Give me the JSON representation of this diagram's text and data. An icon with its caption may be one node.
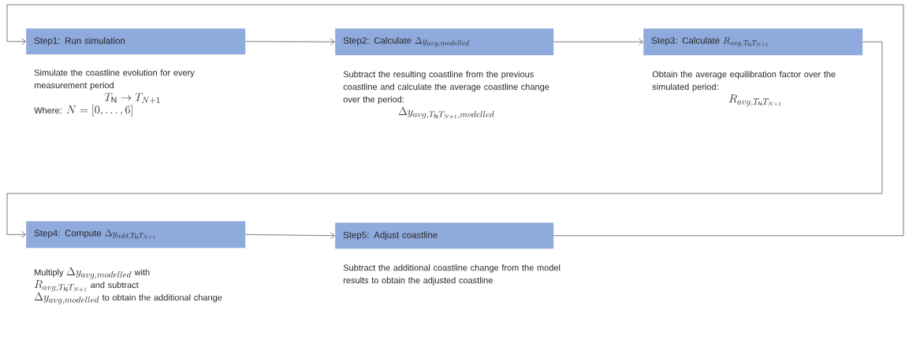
{
  "diagram": {
    "nodes": [
      {
        "text": [
          "Step1: Run simulation"
        ],
        "beside": [
          "Simulate the coastline evolution for every measurement period",
          "T_{\\mathrm{N}} \\rightarrow T_{N+1}",
          "Where:",
          "N = [0, \\ldots, 6]"
        ]
      },
      {
        "text": [
          "Step2: Calculate",
          "\\Delta y_{avg,modelled}"
        ],
        "beside": [
          "Subtract the resulting coastline from the previous coastline and calculate the average coastline change over the period:",
          "\\Delta y_{avg,T_{\\mathrm{N}}T_{N+1},modelled}"
        ]
      },
      {
        "text": [
          "Step3: Calculate",
          "R_{avg,T_{\\mathrm{N}}T_{N+1}}"
        ],
        "beside": [
          "Obtain the average equilibration factor over the simulated period:",
          "R_{avg,T_{\\mathrm{N}}T_{N+1}}"
        ]
      },
      {
        "text": [
          "Step4: Compute",
          "\\Delta y_{add,T_{\\mathrm{N}}T_{N+1}}"
        ],
        "beside": [
          "Multiply",
          "\\Delta y_{avg,modelled}",
          "with",
          "R_{avg,T_{\\mathrm{N}}T_{N+1}}",
          "and subtract",
          "\\Delta y_{avg,modelled}",
          "to obtain the additional change"
        ]
      },
      {
        "text": [
          "Step5: Adjust coastline"
        ],
        "beside": [
          "Subtract the additional coastline change from the model results to obtain the adjusted coastline"
        ]
      }
    ],
    "edges": [
      {
        "from": 0,
        "to": 1,
        "arrow": "to"
      },
      {
        "from": 1,
        "to": 2,
        "arrow": "to"
      },
      {
        "from": 2,
        "to": 3,
        "arrow": "to"
      },
      {
        "from": 3,
        "to": 4,
        "arrow": "to"
      },
      {
        "from": 4,
        "to": 0,
        "arrow": "to"
      }
    ]
  }
}
